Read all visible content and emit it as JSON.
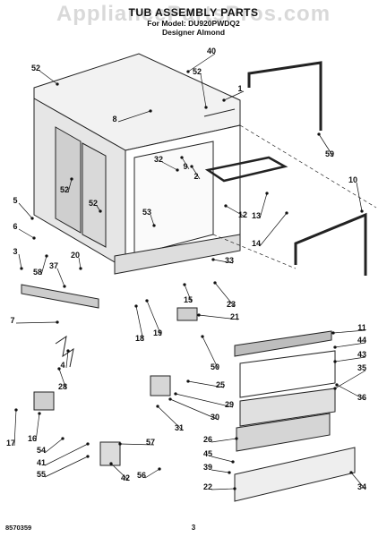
{
  "watermark": "AppliancePartsPros.com",
  "title": "TUB ASSEMBLY PARTS",
  "model_line": "For Model: DU920PWDQ2",
  "color_line": "Designer Almond",
  "footer_code": "8570359",
  "page_number": "3",
  "callouts": [
    "1",
    "2",
    "3",
    "4",
    "5",
    "6",
    "7",
    "8",
    "9",
    "10",
    "11",
    "12",
    "13",
    "14",
    "15",
    "16",
    "17",
    "18",
    "19",
    "20",
    "21",
    "22",
    "23",
    "25",
    "26",
    "28",
    "29",
    "30",
    "31",
    "32",
    "33",
    "34",
    "35",
    "36",
    "37",
    "39",
    "40",
    "41",
    "42",
    "43",
    "44",
    "45",
    "50",
    "52",
    "53",
    "54",
    "55",
    "56",
    "57",
    "58",
    "59"
  ]
}
